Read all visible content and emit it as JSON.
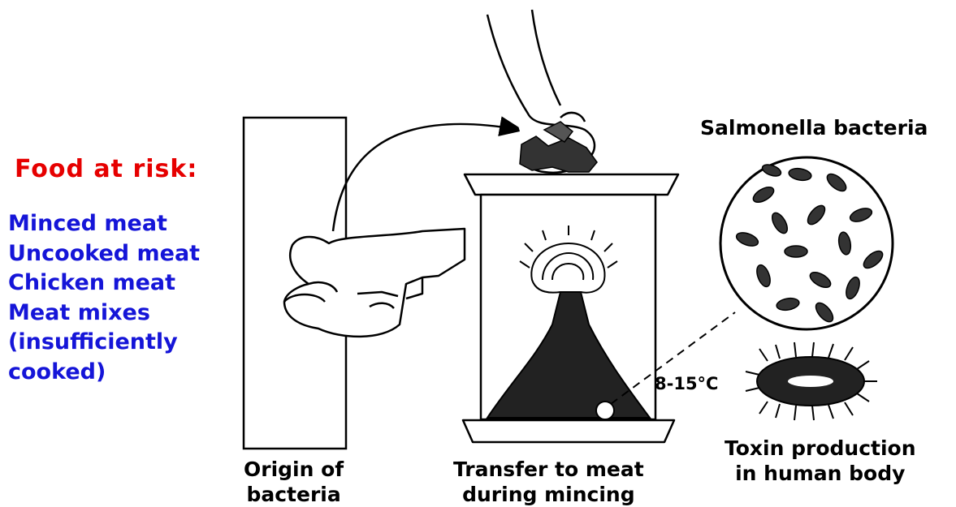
{
  "food_at_risk": {
    "title": "Food at risk:",
    "items": [
      "Minced meat",
      "Uncooked meat",
      "Chicken meat",
      "Meat mixes",
      "(insufficiently",
      "cooked)"
    ]
  },
  "labels": {
    "origin": [
      "Origin of",
      "bacteria"
    ],
    "transfer": [
      "Transfer to meat",
      "during mincing"
    ],
    "salmonella": "Salmonella bacteria",
    "temperature": "8-15°C",
    "toxin": [
      "Toxin production",
      "in human body"
    ]
  },
  "colors": {
    "risk_title": "#e60000",
    "risk_items": "#1515d8",
    "line_art": "#000000"
  }
}
